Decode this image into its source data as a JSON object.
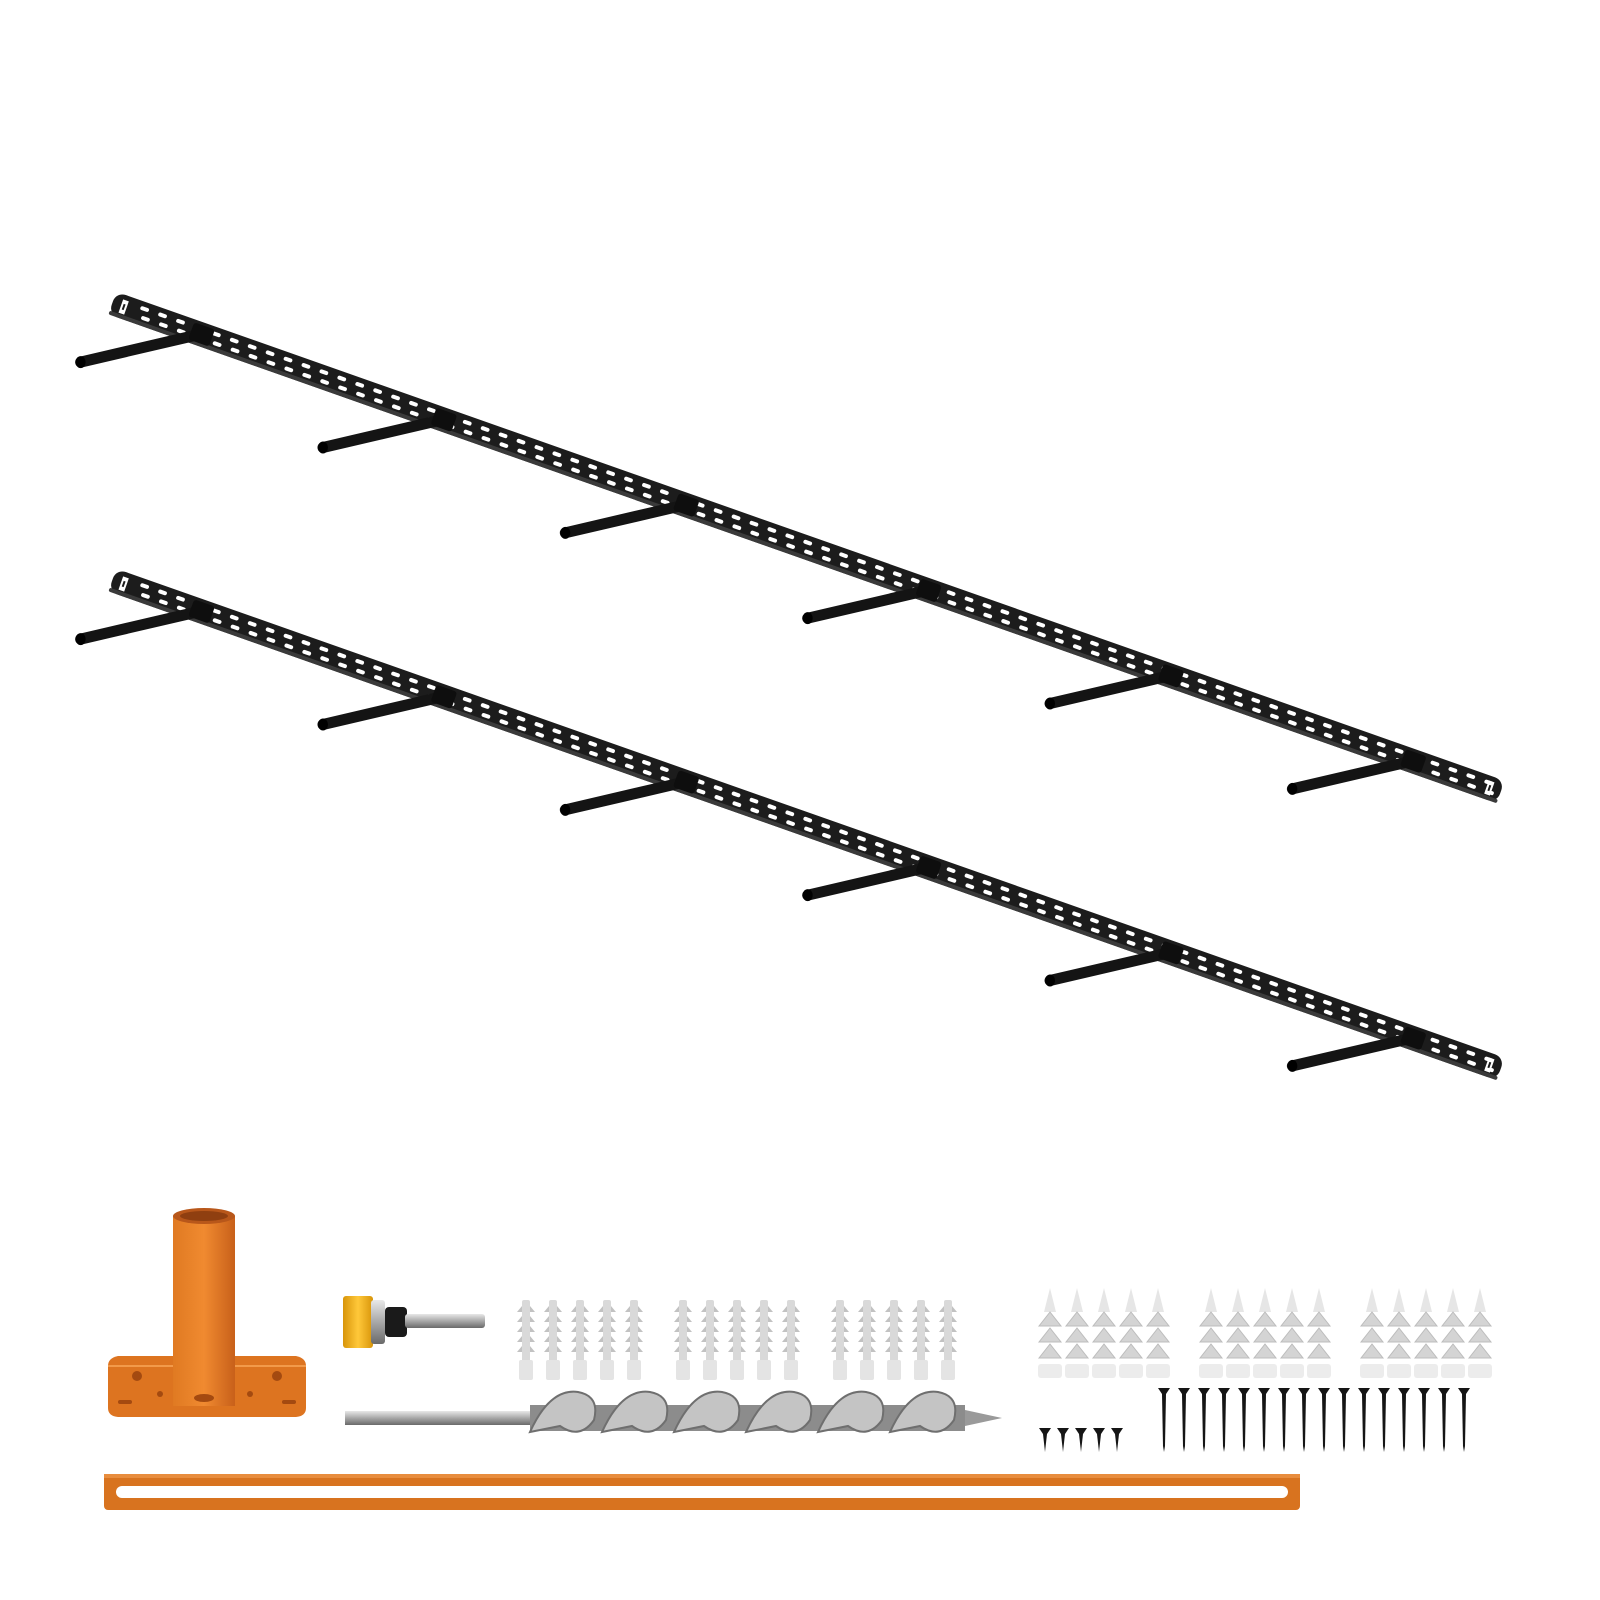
{
  "product": {
    "brackets": [
      {
        "name": "bracket-rail-upper",
        "rods": 6
      },
      {
        "name": "bracket-rail-lower",
        "rods": 6
      }
    ],
    "hardware": {
      "wall_anchors": {
        "groups": 3,
        "per_group": 5
      },
      "drywall_anchors": {
        "groups": 3,
        "per_group": 5
      },
      "short_screws": 5,
      "long_screws": 16
    },
    "colors": {
      "rail": "#1c1c1c",
      "rod": "#141414",
      "jig": "#d86f1d",
      "jig_dark": "#b3560f",
      "anchor": "#d9d9d9",
      "bit_gold": "#f2b21c",
      "auger": "#a9a9a9"
    }
  }
}
